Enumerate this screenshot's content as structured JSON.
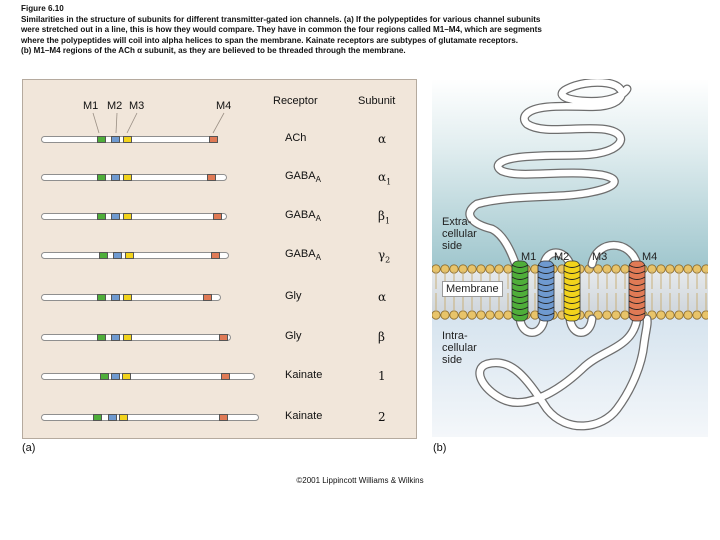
{
  "caption": {
    "lines": [
      "Figure 6.10",
      "Similarities in the structure of subunits for different transmitter-gated ion channels. (a) If the polypeptides for various channel subunits",
      "were stretched out in a line, this is how they would compare. They have in common the four regions called M1–M4, which are segments",
      "where the polypeptides will coil into alpha helices to span the membrane. Kainate receptors are subtypes of glutamate receptors.",
      "(b) M1–M4 regions of the ACh α subunit, as they are believed to be threaded through the membrane."
    ]
  },
  "panel_a": {
    "label": "(a)",
    "headers": {
      "m1": "M1",
      "m2": "M2",
      "m3": "M3",
      "m4": "M4",
      "receptor": "Receptor",
      "subunit": "Subunit"
    },
    "rows": [
      {
        "receptor": "ACh",
        "receptor_sub": "",
        "subunit": "α",
        "subunit_sub": ""
      },
      {
        "receptor": "GABA",
        "receptor_sub": "A",
        "subunit": "α",
        "subunit_sub": "1"
      },
      {
        "receptor": "GABA",
        "receptor_sub": "A",
        "subunit": "β",
        "subunit_sub": "1"
      },
      {
        "receptor": "GABA",
        "receptor_sub": "A",
        "subunit": "γ",
        "subunit_sub": "2"
      },
      {
        "receptor": "Gly",
        "receptor_sub": "",
        "subunit": "α",
        "subunit_sub": ""
      },
      {
        "receptor": "Gly",
        "receptor_sub": "",
        "subunit": "β",
        "subunit_sub": ""
      },
      {
        "receptor": "Kainate",
        "receptor_sub": "",
        "subunit": "1",
        "subunit_sub": ""
      },
      {
        "receptor": "Kainate",
        "receptor_sub": "",
        "subunit": "2",
        "subunit_sub": ""
      }
    ]
  },
  "panel_b": {
    "label": "(b)",
    "extracellular": [
      "Extra-",
      "cellular",
      "side"
    ],
    "intracellular": [
      "Intra-",
      "cellular",
      "side"
    ],
    "membrane": "Membrane",
    "helices": [
      "M1",
      "M2",
      "M3",
      "M4"
    ]
  },
  "colors": {
    "m1": "#4fae3a",
    "m2": "#6f9ad0",
    "m3": "#f2d31c",
    "m4": "#e07a55",
    "extracellular": "#b9d7dd",
    "intracellular": "#e3ecf3",
    "lipid_head": "#e8c46a"
  },
  "copyright": "©2001 Lippincott Williams & Wilkins"
}
